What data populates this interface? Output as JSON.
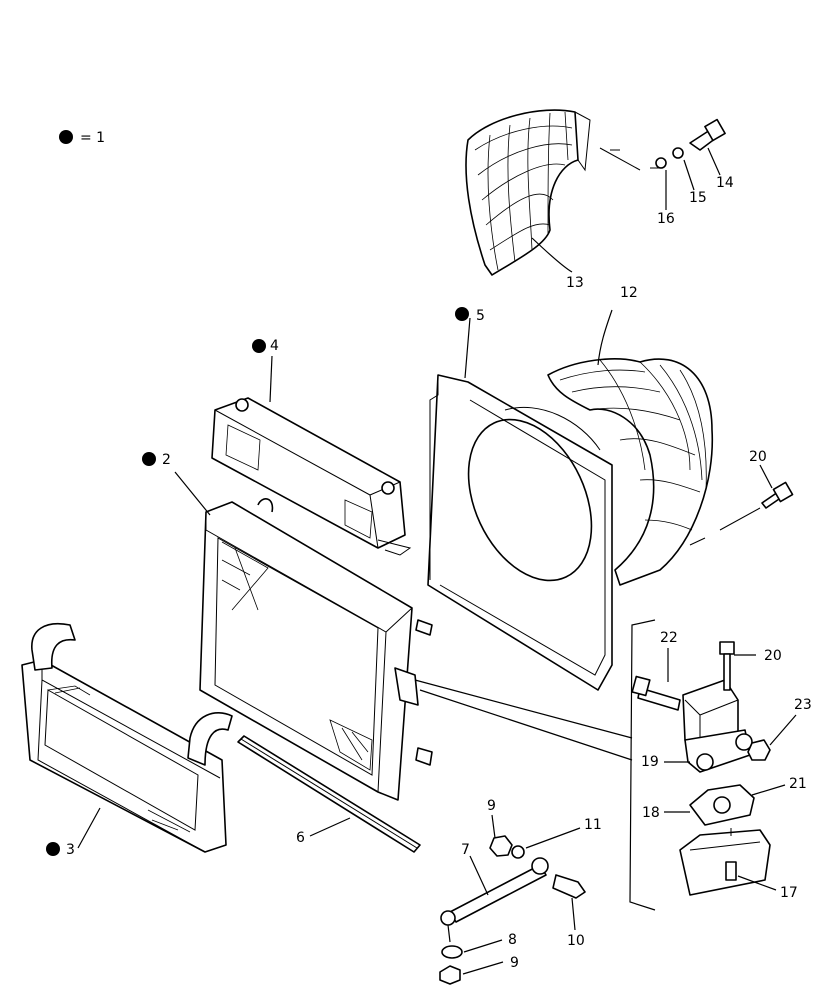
{
  "legend": {
    "text": "= 1"
  },
  "callouts": {
    "c2": "2",
    "c3": "3",
    "c4": "4",
    "c5": "5",
    "c6": "6",
    "c7": "7",
    "c8": "8",
    "c9a": "9",
    "c9b": "9",
    "c10": "10",
    "c11": "11",
    "c12": "12",
    "c13": "13",
    "c14": "14",
    "c15": "15",
    "c16": "16",
    "c17": "17",
    "c18": "18",
    "c19": "19",
    "c20a": "20",
    "c20b": "20",
    "c21": "21",
    "c22": "22",
    "c23": "23"
  },
  "colors": {
    "ink": "#000000",
    "paper": "#ffffff"
  }
}
